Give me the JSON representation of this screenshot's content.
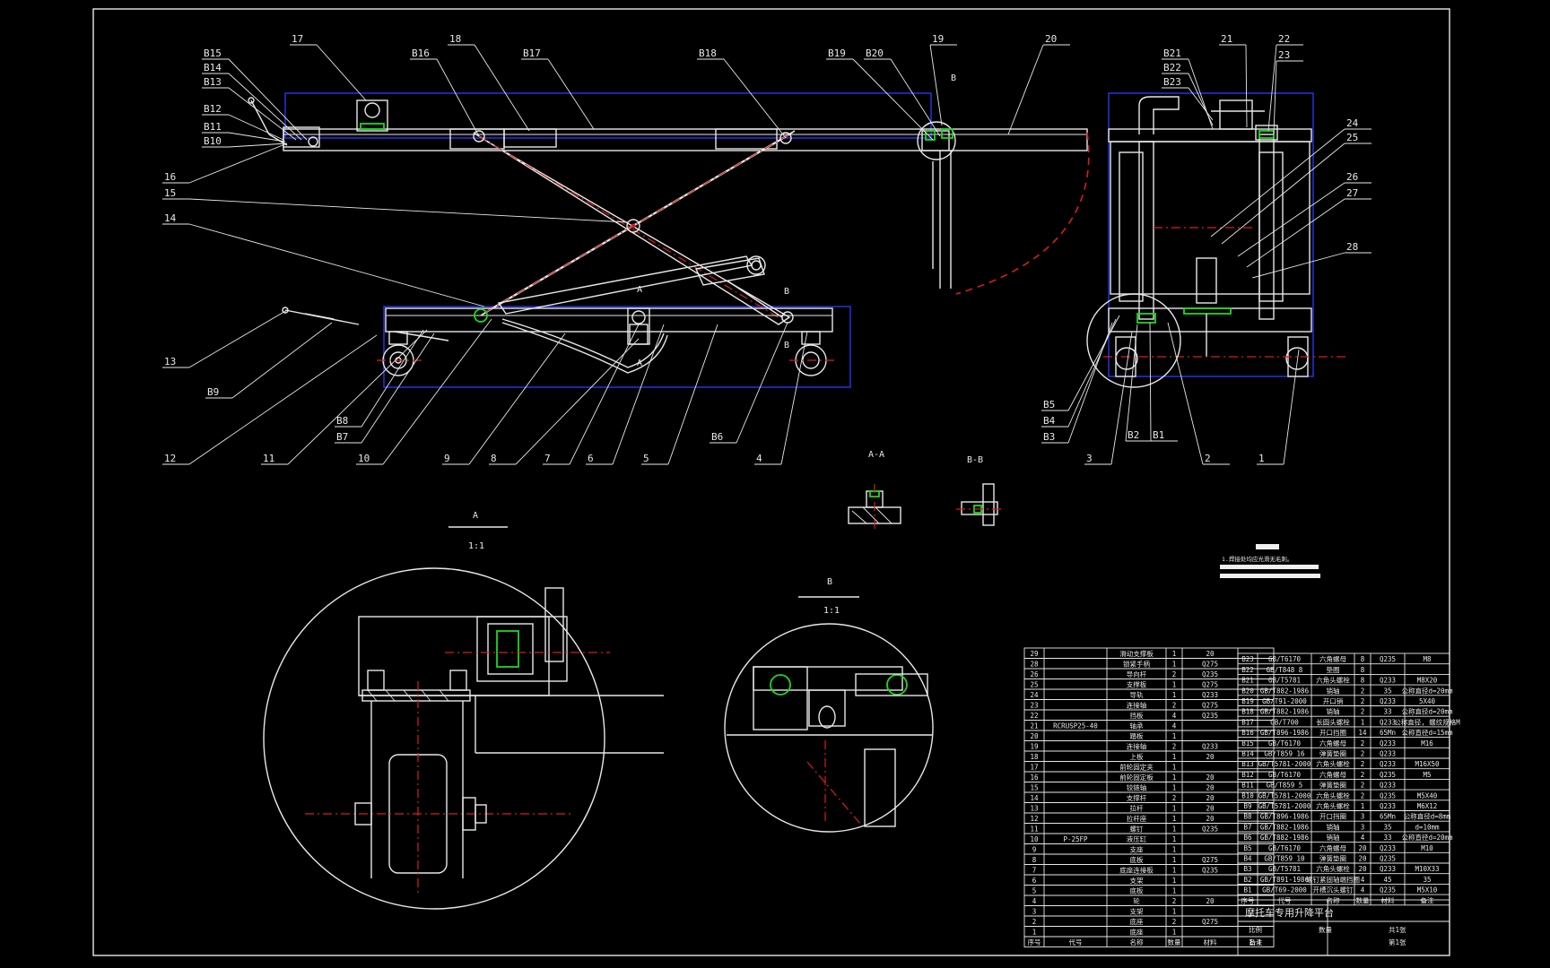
{
  "drawing": {
    "title": "摩托车专用升降平台",
    "scale": "1:4",
    "main_callouts": [
      "1",
      "2",
      "3",
      "4",
      "5",
      "6",
      "7",
      "8",
      "9",
      "10",
      "11",
      "12",
      "13",
      "14",
      "15",
      "16",
      "17",
      "18",
      "19",
      "20",
      "21",
      "22",
      "23",
      "24",
      "25",
      "26",
      "27",
      "28"
    ],
    "std_callouts": [
      "B1",
      "B2",
      "B3",
      "B4",
      "B5",
      "B6",
      "B7",
      "B8",
      "B9",
      "B10",
      "B11",
      "B12",
      "B13",
      "B14",
      "B15",
      "B16",
      "B17",
      "B18",
      "B19",
      "B20",
      "B21",
      "B22",
      "B23"
    ],
    "section_labels": {
      "aa": "A-A",
      "bb": "B-B",
      "detail_a": "A",
      "detail_a_scale": "1:1",
      "detail_b": "B",
      "detail_b_scale": "1:1",
      "mark_a": "A",
      "mark_b": "B"
    },
    "notes_text": "1.焊接处均应光滑无毛刺。"
  },
  "parts_table": {
    "rows": [
      [
        "29",
        "",
        "滑动支撑板",
        "1",
        "20",
        ""
      ],
      [
        "28",
        "",
        "锁紧手柄",
        "1",
        "Q275",
        ""
      ],
      [
        "26",
        "",
        "导向杆",
        "2",
        "Q235",
        ""
      ],
      [
        "25",
        "",
        "支撑板",
        "1",
        "Q275",
        ""
      ],
      [
        "24",
        "",
        "导轨",
        "1",
        "Q233",
        ""
      ],
      [
        "23",
        "",
        "连接轴",
        "2",
        "Q275",
        ""
      ],
      [
        "22",
        "",
        "挡板",
        "4",
        "Q235",
        ""
      ],
      [
        "21",
        "RCRUSP25-40",
        "轴承",
        "4",
        "",
        ""
      ],
      [
        "20",
        "",
        "踏板",
        "1",
        "",
        ""
      ],
      [
        "19",
        "",
        "连接轴",
        "2",
        "Q233",
        ""
      ],
      [
        "18",
        "",
        "上板",
        "1",
        "20",
        ""
      ],
      [
        "17",
        "",
        "前轮固定夹",
        "1",
        "",
        ""
      ],
      [
        "16",
        "",
        "前轮固定板",
        "1",
        "20",
        ""
      ],
      [
        "15",
        "",
        "铰链轴",
        "1",
        "20",
        ""
      ],
      [
        "14",
        "",
        "支撑杆",
        "2",
        "20",
        ""
      ],
      [
        "13",
        "",
        "拉杆",
        "1",
        "20",
        ""
      ],
      [
        "12",
        "",
        "拉杆座",
        "1",
        "20",
        ""
      ],
      [
        "11",
        "",
        "螺钉",
        "1",
        "Q235",
        ""
      ],
      [
        "10",
        "P-25FP",
        "液压缸",
        "1",
        "",
        ""
      ],
      [
        "9",
        "",
        "支座",
        "1",
        "",
        ""
      ],
      [
        "8",
        "",
        "底板",
        "1",
        "Q275",
        ""
      ],
      [
        "7",
        "",
        "底座连接板",
        "1",
        "Q235",
        ""
      ],
      [
        "6",
        "",
        "支架",
        "1",
        "",
        ""
      ],
      [
        "5",
        "",
        "底板",
        "1",
        "",
        ""
      ],
      [
        "4",
        "",
        "轮",
        "2",
        "20",
        ""
      ],
      [
        "3",
        "",
        "支架",
        "1",
        "",
        ""
      ],
      [
        "2",
        "",
        "底座",
        "2",
        "Q275",
        ""
      ],
      [
        "1",
        "",
        "底座",
        "1",
        "",
        ""
      ]
    ],
    "footer": [
      "序号",
      "代号",
      "名称",
      "数量",
      "材料",
      "备注"
    ]
  },
  "std_table": {
    "rows": [
      [
        "B23",
        "GB/T6170",
        "六角螺母",
        "8",
        "Q235",
        "M8"
      ],
      [
        "B22",
        "GB/T848 8",
        "垫圈",
        "8",
        "",
        ""
      ],
      [
        "B21",
        "GB/T5781",
        "六角头螺栓",
        "8",
        "Q233",
        "M8X20"
      ],
      [
        "B20",
        "GB/T882-1986",
        "销轴",
        "2",
        "35",
        "公称直径d=20mm"
      ],
      [
        "B19",
        "GB/T91-2000",
        "开口销",
        "2",
        "Q233",
        "5X40"
      ],
      [
        "B18",
        "GB/T882-1986",
        "销轴",
        "2",
        "33",
        "公称直径d=20mm"
      ],
      [
        "B17",
        "GB/T700",
        "长圆头螺栓",
        "1",
        "Q233",
        "公称直径, 螺纹规格M"
      ],
      [
        "B16",
        "GB/T896-1986",
        "开口挡圈",
        "14",
        "65Mn",
        "公称直径d=15mm"
      ],
      [
        "B15",
        "GB/T6170",
        "六角螺母",
        "2",
        "Q233",
        "M16"
      ],
      [
        "B14",
        "GB/T859 16",
        "弹簧垫圈",
        "2",
        "Q233",
        ""
      ],
      [
        "B13",
        "GB/T5781-2000",
        "六角头螺栓",
        "2",
        "Q233",
        "M16X50"
      ],
      [
        "B12",
        "GB/T6170",
        "六角螺母",
        "2",
        "Q235",
        "M5"
      ],
      [
        "B11",
        "GB/T859 5",
        "弹簧垫圈",
        "2",
        "Q233",
        ""
      ],
      [
        "B10",
        "GB/T5781-2000",
        "六角头螺栓",
        "2",
        "Q235",
        "M5X40"
      ],
      [
        "B9",
        "GB/T5781-2000",
        "六角头螺栓",
        "1",
        "Q233",
        "M6X12"
      ],
      [
        "B8",
        "GB/T896-1986",
        "开口挡圈",
        "3",
        "65Mn",
        "公称直径d=8mm"
      ],
      [
        "B7",
        "GB/T882-1986",
        "销轴",
        "3",
        "35",
        "d=10mm"
      ],
      [
        "B6",
        "GB/T882-1986",
        "销轴",
        "4",
        "33",
        "公称直径d=20mm"
      ],
      [
        "B5",
        "GB/T6170",
        "六角螺母",
        "20",
        "Q233",
        "M10"
      ],
      [
        "B4",
        "GB/T859 10",
        "弹簧垫圈",
        "20",
        "Q235",
        ""
      ],
      [
        "B3",
        "GB/T5781",
        "六角头螺栓",
        "20",
        "Q233",
        "M10X33"
      ],
      [
        "B2",
        "GB/T891-1986",
        "螺钉紧固轴端挡圈",
        "4",
        "45",
        "35"
      ],
      [
        "B1",
        "GB/T69-2000",
        "开槽沉头螺钉",
        "4",
        "Q235",
        "M5X10"
      ]
    ],
    "footer": [
      "序号",
      "代号",
      "名称",
      "数量",
      "材料",
      "备注"
    ]
  },
  "title_block": {
    "name": "摩托车专用升降平台",
    "cells": [
      "比例",
      "数量",
      "共1张",
      "1:4",
      "",
      "第1张"
    ]
  }
}
